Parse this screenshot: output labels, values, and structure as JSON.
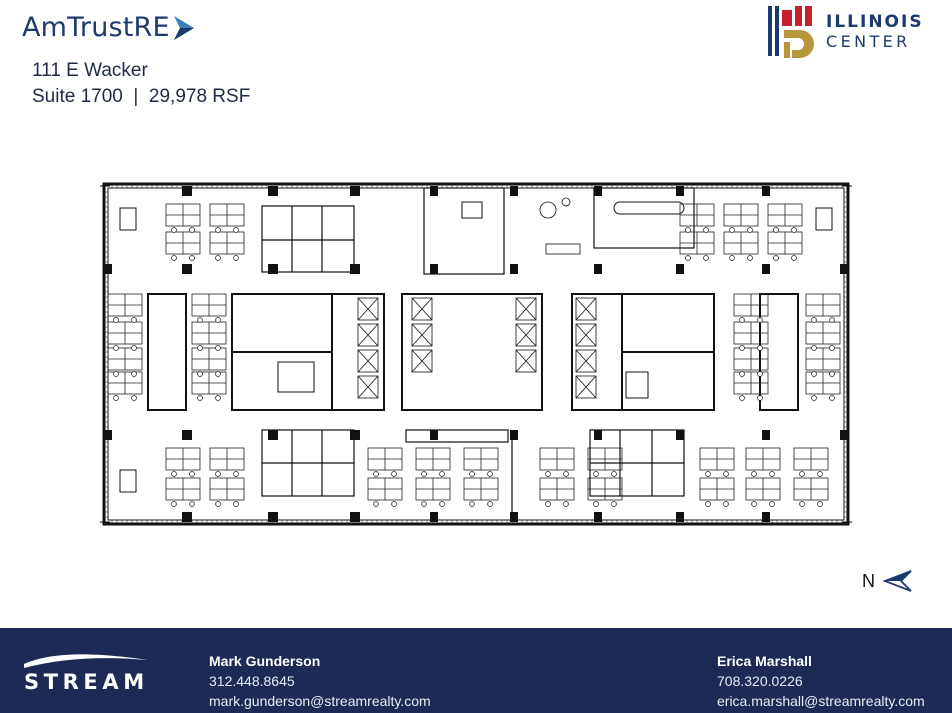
{
  "header": {
    "amtrust_logo_text": "AmTrustRE",
    "illinois_logo": {
      "line1": "ILLINOIS",
      "line2": "CENTER"
    },
    "address_line": "111 E Wacker",
    "suite_line": "Suite 1700  |  29,978 RSF"
  },
  "floor_plan": {
    "label": "floor-plan"
  },
  "compass": {
    "letter": "N",
    "icon": "north-arrow-icon"
  },
  "footer": {
    "brand": "STREAM",
    "contacts": [
      {
        "name": "Mark Gunderson",
        "phone": "312.448.8645",
        "email": "mark.gunderson@streamrealty.com"
      },
      {
        "name": "Erica Marshall",
        "phone": "708.320.0226",
        "email": "erica.marshall@streamrealty.com"
      }
    ]
  },
  "colors": {
    "navy": "#1e2a55",
    "logo_blue": "#1d3a6e",
    "illinois_red": "#c8202f",
    "illinois_gold": "#b8963e",
    "wall": "#111111"
  }
}
